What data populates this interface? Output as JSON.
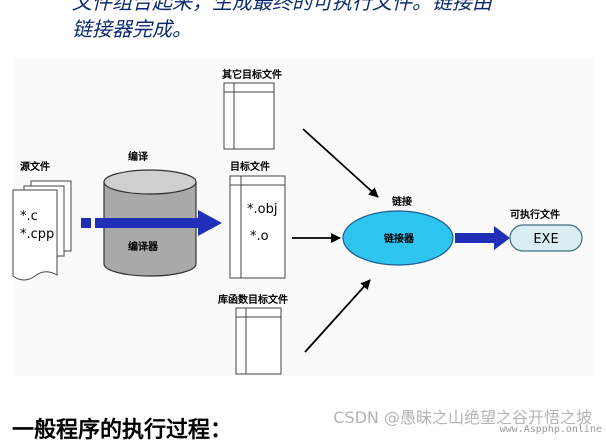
{
  "intro": {
    "line1": "文件组合起来，生成最终的可执行文件。链接由",
    "line2": "链接器完成。"
  },
  "diagram": {
    "source": {
      "label": "源文件",
      "lines": [
        "*.c",
        "*.cpp"
      ]
    },
    "compile": {
      "label": "编译",
      "compiler": "编译器"
    },
    "other_obj": {
      "label": "其它目标文件"
    },
    "obj": {
      "label": "目标文件",
      "lines": [
        "*.obj",
        "*.o"
      ]
    },
    "lib_obj": {
      "label": "库函数目标文件"
    },
    "link": {
      "label": "链接",
      "linker": "链接器"
    },
    "exe": {
      "label": "可执行文件",
      "name": "EXE"
    },
    "colors": {
      "arrow_blue": "#1f2fb8",
      "linker_fill": "#2fc4f0",
      "exe_fill": "#d9eef2",
      "drum": "#a9a9a9"
    }
  },
  "heading": "一般程序的执行过程：",
  "watermark": "CSDN @愚昧之山绝望之谷开悟之坡",
  "watermark2": "www.Aspphp.online"
}
